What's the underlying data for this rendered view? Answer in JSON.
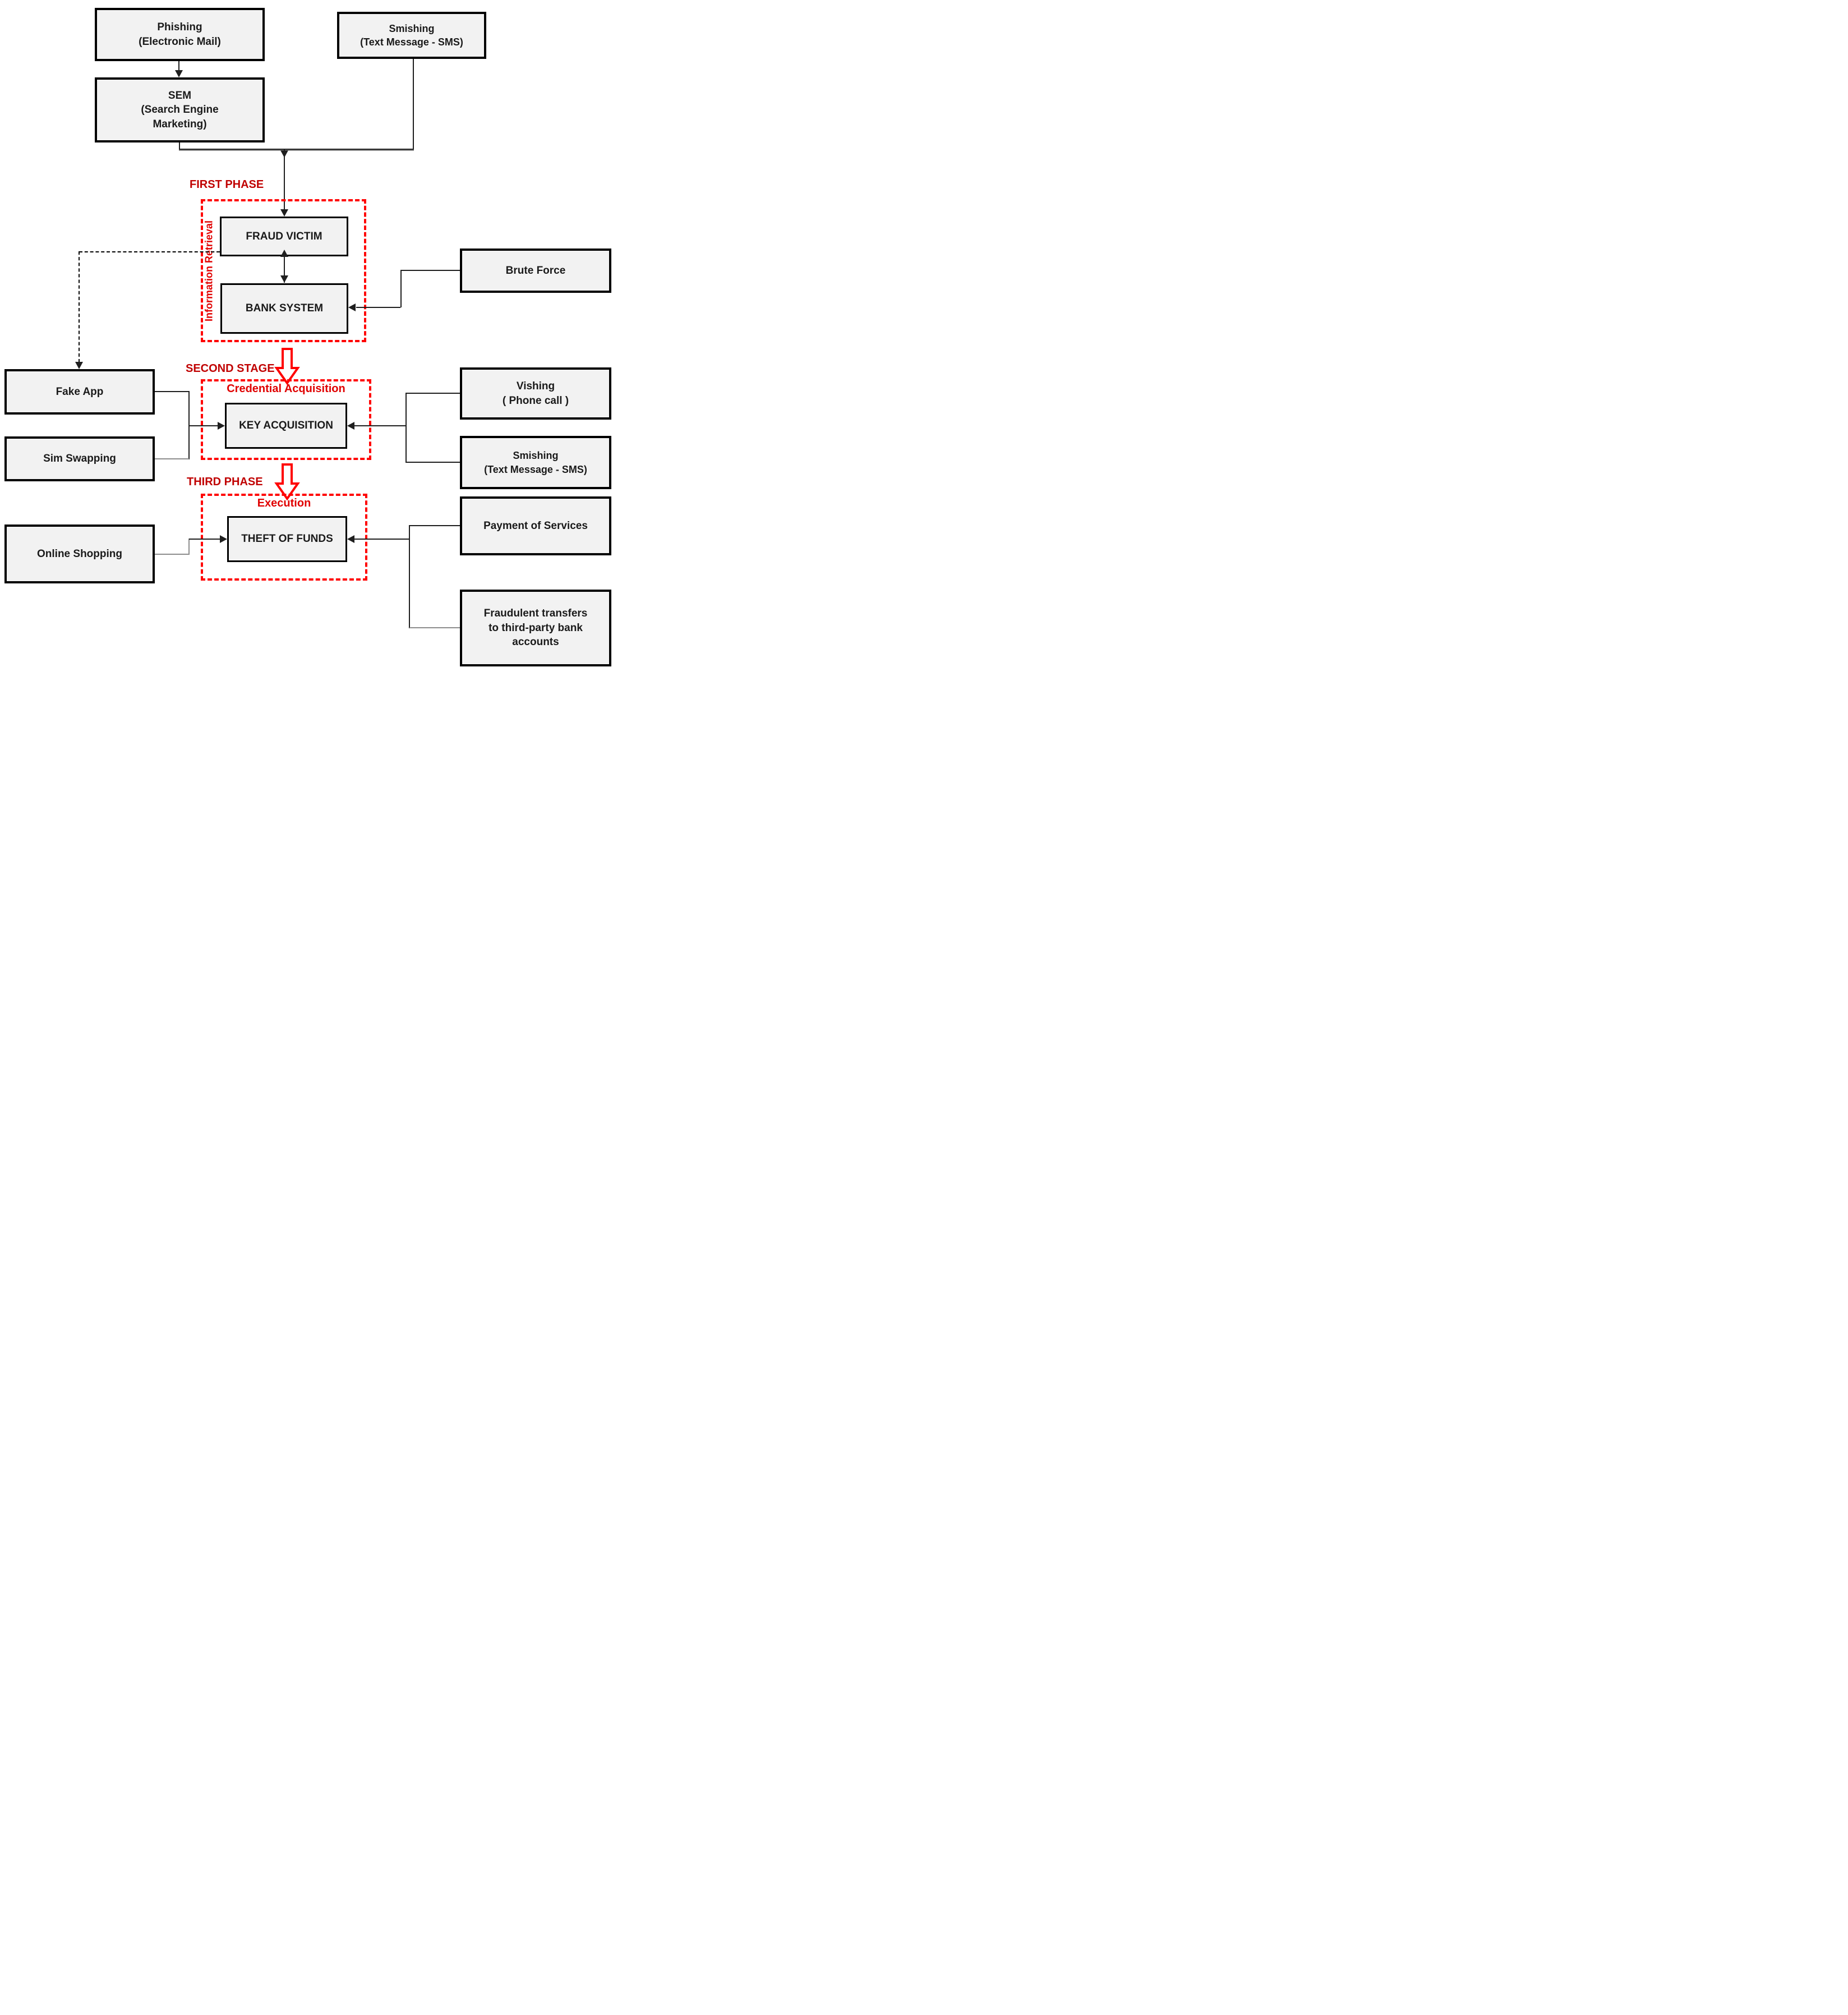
{
  "colors": {
    "red": "#FF0000",
    "dark_red": "#C00000",
    "label_red": "#E00000",
    "node_fill": "#F2F2F2",
    "line": "#1F1F1F",
    "line_gray": "#8C8C8C"
  },
  "phases": {
    "first": {
      "label": "FIRST PHASE",
      "sublabel": "Information Retrieval"
    },
    "second": {
      "label": "SECOND STAGE",
      "sublabel": "Credential Acquisition"
    },
    "third": {
      "label": "THIRD PHASE",
      "sublabel": "Execution"
    }
  },
  "nodes": {
    "phishing": {
      "label": "Phishing\n(Electronic Mail)"
    },
    "sem": {
      "label": "SEM\n(Search Engine\nMarketing)"
    },
    "smishing_top": {
      "label": "Smishing\n(Text Message - SMS)"
    },
    "fraud_victim": {
      "label": "FRAUD VICTIM"
    },
    "bank_system": {
      "label": "BANK SYSTEM"
    },
    "brute_force": {
      "label": "Brute Force"
    },
    "fake_app": {
      "label": "Fake App"
    },
    "sim_swapping": {
      "label": "Sim Swapping"
    },
    "key_acquisition": {
      "label": "KEY ACQUISITION"
    },
    "vishing": {
      "label": "Vishing\n( Phone call )"
    },
    "smishing_right": {
      "label": "Smishing\n(Text Message - SMS)"
    },
    "theft_of_funds": {
      "label": "THEFT OF FUNDS"
    },
    "online_shopping": {
      "label": "Online Shopping"
    },
    "payment_services": {
      "label": "Payment of Services"
    },
    "fraudulent_transfers": {
      "label": "Fraudulent transfers\nto third-party bank\naccounts"
    }
  }
}
